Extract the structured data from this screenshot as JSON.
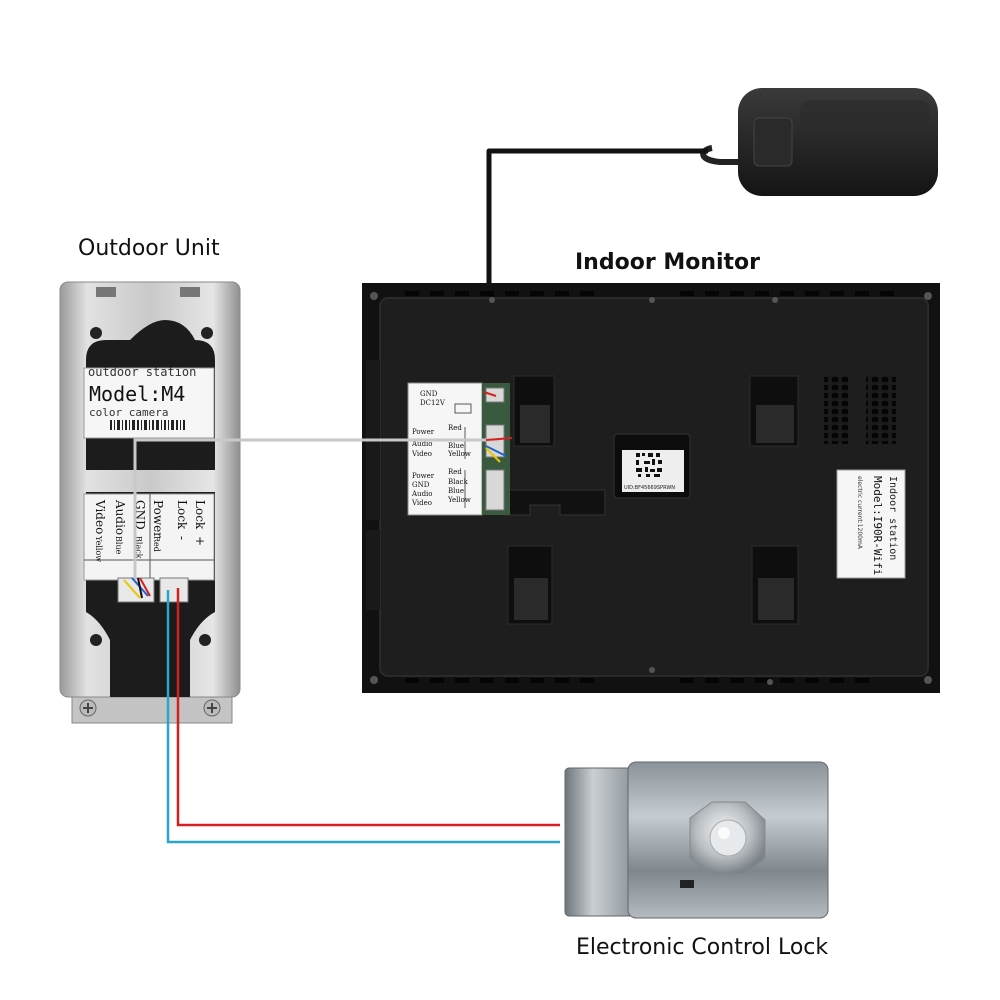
{
  "labels": {
    "outdoor_unit": "Outdoor Unit",
    "indoor_monitor": "Indoor Monitor",
    "electronic_lock": "Electronic Control Lock"
  },
  "outdoor": {
    "station_header": "outdoor station",
    "model": "Model:M4",
    "camera_type": "color camera",
    "terminals": [
      {
        "name": "Video",
        "color": "Yellow"
      },
      {
        "name": "Audio",
        "color": "Blue"
      },
      {
        "name": "GND",
        "color": "Black"
      },
      {
        "name": "Power",
        "color": "Red"
      },
      {
        "name": "Lock",
        "color": "-"
      },
      {
        "name": "Lock",
        "color": "+"
      }
    ]
  },
  "indoor": {
    "port_top": [
      "GND",
      "DC12V"
    ],
    "port_mid": [
      {
        "name": "Power",
        "color": "Red"
      },
      {
        "name": "Audio",
        "color": "Blue"
      },
      {
        "name": "Video",
        "color": "Yellow"
      }
    ],
    "port_bot": [
      {
        "name": "Power",
        "color": "Red"
      },
      {
        "name": "GND",
        "color": "Black"
      },
      {
        "name": "Audio",
        "color": "Blue"
      },
      {
        "name": "Video",
        "color": "Yellow"
      }
    ],
    "qr_uid": "UID:BF45669SPRWN",
    "sticker_header": "Indoor station",
    "sticker_model": "Model:I90R-Wifi",
    "sticker_current": "electric current:1200mA"
  },
  "colors": {
    "wire_red": "#d42020",
    "wire_blue": "#2ba6c8",
    "wire_gray": "#c8c8c8",
    "power_cable": "#111111"
  }
}
